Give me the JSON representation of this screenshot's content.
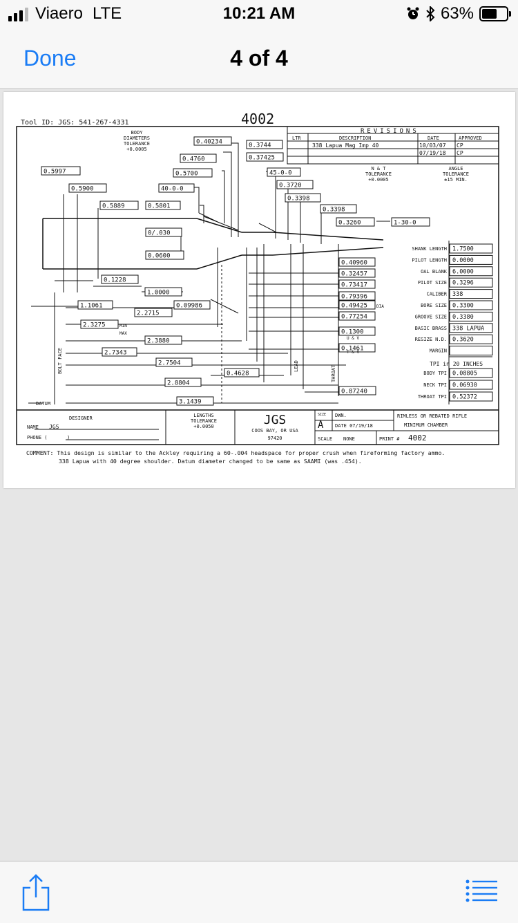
{
  "status_bar": {
    "carrier": "Viaero",
    "network": "LTE",
    "time": "10:21 AM",
    "battery": "63%",
    "battery_level": 0.63,
    "icons": [
      "signal-icon",
      "alarm-icon",
      "bluetooth-icon",
      "battery-icon"
    ]
  },
  "nav": {
    "done_label": "Done",
    "title": "4 of 4"
  },
  "colors": {
    "accent": "#1a7cf5",
    "bar_bg": "#f7f7f7",
    "viewer_bg": "#e6e6e6"
  },
  "toolbar": {
    "share_icon": "share-icon",
    "list_icon": "list-icon"
  },
  "drawing": {
    "tool_id": "Tool ID: JGS: 541-267-4331",
    "print_number_top": "4002",
    "revisions": {
      "title": "REVISIONS",
      "headers": [
        "LTR",
        "DESCRIPTION",
        "DATE",
        "APPROVED"
      ],
      "rows": [
        [
          "",
          "338 Lapua Mag Imp 40",
          "10/03/07",
          "CP"
        ],
        [
          "",
          "",
          "07/19/18",
          "CP"
        ]
      ]
    },
    "body_diameters_label": [
      "BODY",
      "DIAMETERS",
      "TOLERANCE",
      "+0.0005"
    ],
    "nt_tolerance": [
      "N & T",
      "TOLERANCE",
      "+0.0005"
    ],
    "angle_tolerance": [
      "ANGLE",
      "TOLERANCE",
      "±15 MIN."
    ],
    "diameters": {
      "ed": "0.5997",
      "a": "0.5900",
      "b": "0.5889",
      "c": "0.3744",
      "c2": "0.37425",
      "d": "0.4760",
      "e": "0.5700",
      "f": "0.5801",
      "k": "40-0-0",
      "n": "45-0-0",
      "h": "0.3720",
      "g": "0.3398",
      "i": "0.3398",
      "z": "0.3260",
      "j": "1-30-0",
      "top_body": "0.40234",
      "l": "0/.030",
      "m": "0.0600"
    },
    "lengths": {
      "o": "0.1228",
      "p": "1.0000",
      "el": "1.1061",
      "q": "2.2715",
      "r": "2.3275",
      "min": "MIN",
      "max": "MAX",
      "s": "2.3880",
      "t": "2.7343",
      "u": "2.7504",
      "v": "2.8804",
      "w": "3.1439",
      "neck_len": "0.4628",
      "mid": "0.09986"
    },
    "right_dims": [
      "0.40960",
      "0.32457",
      "0.73417",
      "0.79396",
      "0.49425",
      "0.77254",
      "0.1300",
      "0.1461"
    ],
    "right_dim_tags": {
      "dia": "DIA",
      "uv": "U & V",
      "tv": "T & V"
    },
    "lead_label": "LEAD",
    "throat_label": "THROAT",
    "throat_dim": "0.87240",
    "specs": [
      {
        "label": "SHANK LENGTH",
        "value": "1.7500"
      },
      {
        "label": "PILOT LENGTH",
        "value": "0.0000"
      },
      {
        "label": "OAL BLANK",
        "value": "6.0000"
      },
      {
        "label": "PILOT SIZE",
        "value": "0.3296"
      },
      {
        "label": "CALIBER",
        "value": "338"
      },
      {
        "label": "BORE SIZE",
        "value": "0.3300"
      },
      {
        "label": "GROOVE SIZE",
        "value": "0.3380"
      },
      {
        "label": "BASIC BRASS",
        "value": "338 LAPUA"
      },
      {
        "label": "RESIZE N.D.",
        "value": "0.3620"
      },
      {
        "label": "MARGIN",
        "value": ""
      }
    ],
    "tpi_header": "TPI in 20 INCHES",
    "tpi": [
      {
        "label": "BODY TPI",
        "value": "0.08805"
      },
      {
        "label": "NECK TPI",
        "value": "0.06930"
      },
      {
        "label": "THROAT TPI",
        "value": "0.52372"
      }
    ],
    "bolt_face": "BOLT FACE",
    "datum": "DATUM",
    "title_block": {
      "designer": "DESIGNER",
      "name_label": "NAME",
      "name_value": "JGS",
      "phone_label": "PHONE (",
      "phone_value": ")",
      "lengths_tol": [
        "LENGTHS",
        "TOLERANCE",
        "+0.0050"
      ],
      "company": "JGS",
      "city": "COOS BAY, OR USA",
      "zip": "97420",
      "size_label": "SIZE",
      "size_value": "A",
      "dwn_label": "DWN.",
      "date_label": "DATE 07/19/18",
      "scale_label": "SCALE",
      "scale_value": "NONE",
      "print_label": "PRINT #",
      "print_value": "4002",
      "chamber_line1": "RIMLESS OR REBATED RIFLE",
      "chamber_line2": "MINIMUM CHAMBER"
    },
    "comment_line1": "COMMENT: This design is similar to the Ackley requiring a 60-.004 headspace for proper crush when fireforming factory ammo.",
    "comment_line2": "338 Lapua with 40 degree shoulder. Datum diameter changed to be same as SAAMI (was .454)."
  }
}
